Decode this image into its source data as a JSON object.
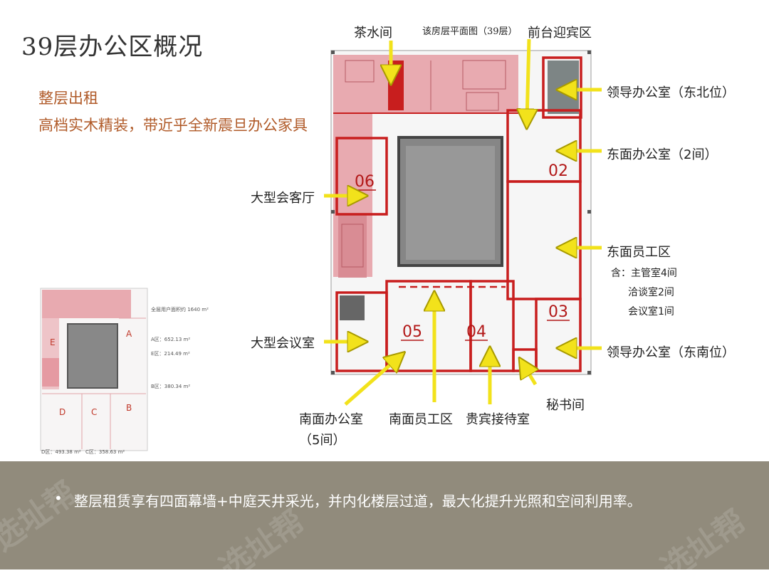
{
  "slide": {
    "title": "39层办公区概况",
    "subtitle_lines": [
      "整层出租",
      "高档实木精装，带近乎全新震旦办公家具"
    ],
    "plan_title": "该房层平面图（39层）"
  },
  "callouts": {
    "tea_room": "茶水间",
    "reception": "前台迎宾区",
    "leader_ne": "领导办公室（东北位）",
    "east_office": "东面办公室（2间）",
    "big_reception_hall": "大型会客厅",
    "east_staff": "东面员工区",
    "east_staff_notes": [
      "含：主管室4间",
      "洽谈室2间",
      "会议室1间"
    ],
    "big_meeting": "大型会议室",
    "leader_se": "领导办公室（东南位）",
    "secretary": "秘书间",
    "south_office_line1": "南面办公室",
    "south_office_line2": "（5间）",
    "south_staff": "南面员工区",
    "vip_room": "贵宾接待室"
  },
  "room_numbers": [
    "06",
    "02",
    "03",
    "05",
    "04"
  ],
  "mini_plan": {
    "zones": [
      "A",
      "B",
      "C",
      "D",
      "E"
    ],
    "notes": [
      "全层用户面积约 1640 m²",
      "A区：652.13 m²",
      "E区：214.49 m²",
      "B区：380.34 m²",
      "D区：493.38 m²",
      "C区：358.63 m²"
    ]
  },
  "footer": {
    "bullet": "•",
    "text": "整层租赁享有四面幕墙+中庭天井采光，并内化楼层过道，最大化提升光照和空间利用率。",
    "watermark": "选址帮"
  },
  "colors": {
    "accent_red": "#c81e1e",
    "pink_fill": "#e8aab0",
    "arrow_yellow": "#f2e21b",
    "footer_bg": "#918b7c",
    "subtitle_brown": "#b05a28"
  }
}
